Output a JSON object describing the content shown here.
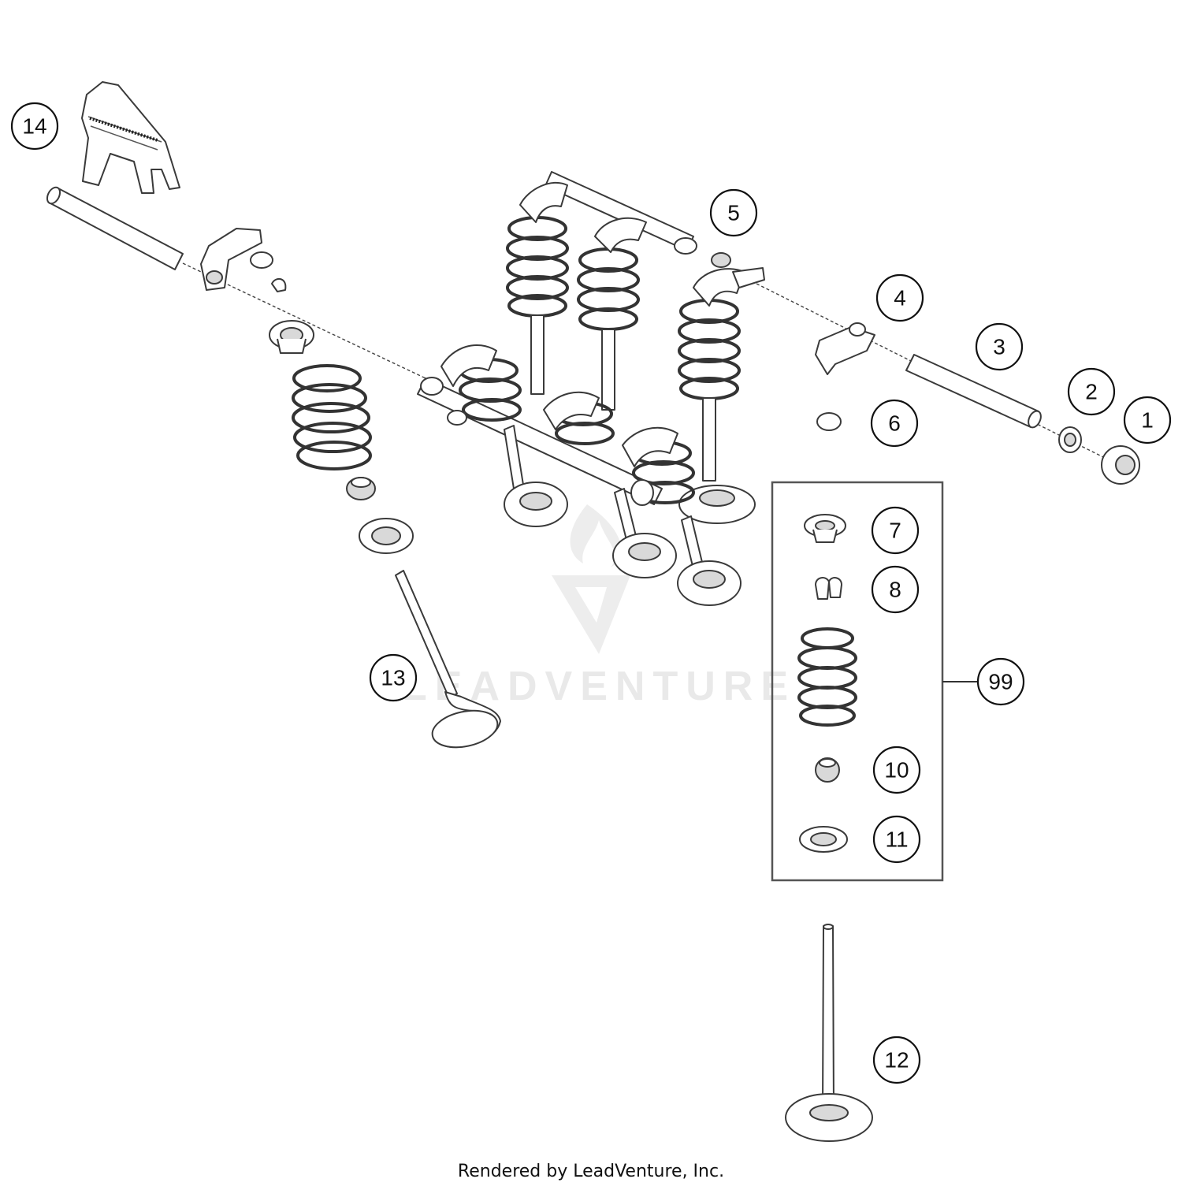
{
  "callouts": [
    {
      "id": "1",
      "label": "1"
    },
    {
      "id": "2",
      "label": "2"
    },
    {
      "id": "3",
      "label": "3"
    },
    {
      "id": "4",
      "label": "4"
    },
    {
      "id": "5",
      "label": "5"
    },
    {
      "id": "6",
      "label": "6"
    },
    {
      "id": "7",
      "label": "7"
    },
    {
      "id": "8",
      "label": "8"
    },
    {
      "id": "10",
      "label": "10"
    },
    {
      "id": "11",
      "label": "11"
    },
    {
      "id": "12",
      "label": "12"
    },
    {
      "id": "13",
      "label": "13"
    },
    {
      "id": "14",
      "label": "14"
    },
    {
      "id": "99",
      "label": "99"
    }
  ],
  "watermark": {
    "text": "LEADVENTURE"
  },
  "footer": {
    "text": "Rendered by LeadVenture, Inc."
  }
}
